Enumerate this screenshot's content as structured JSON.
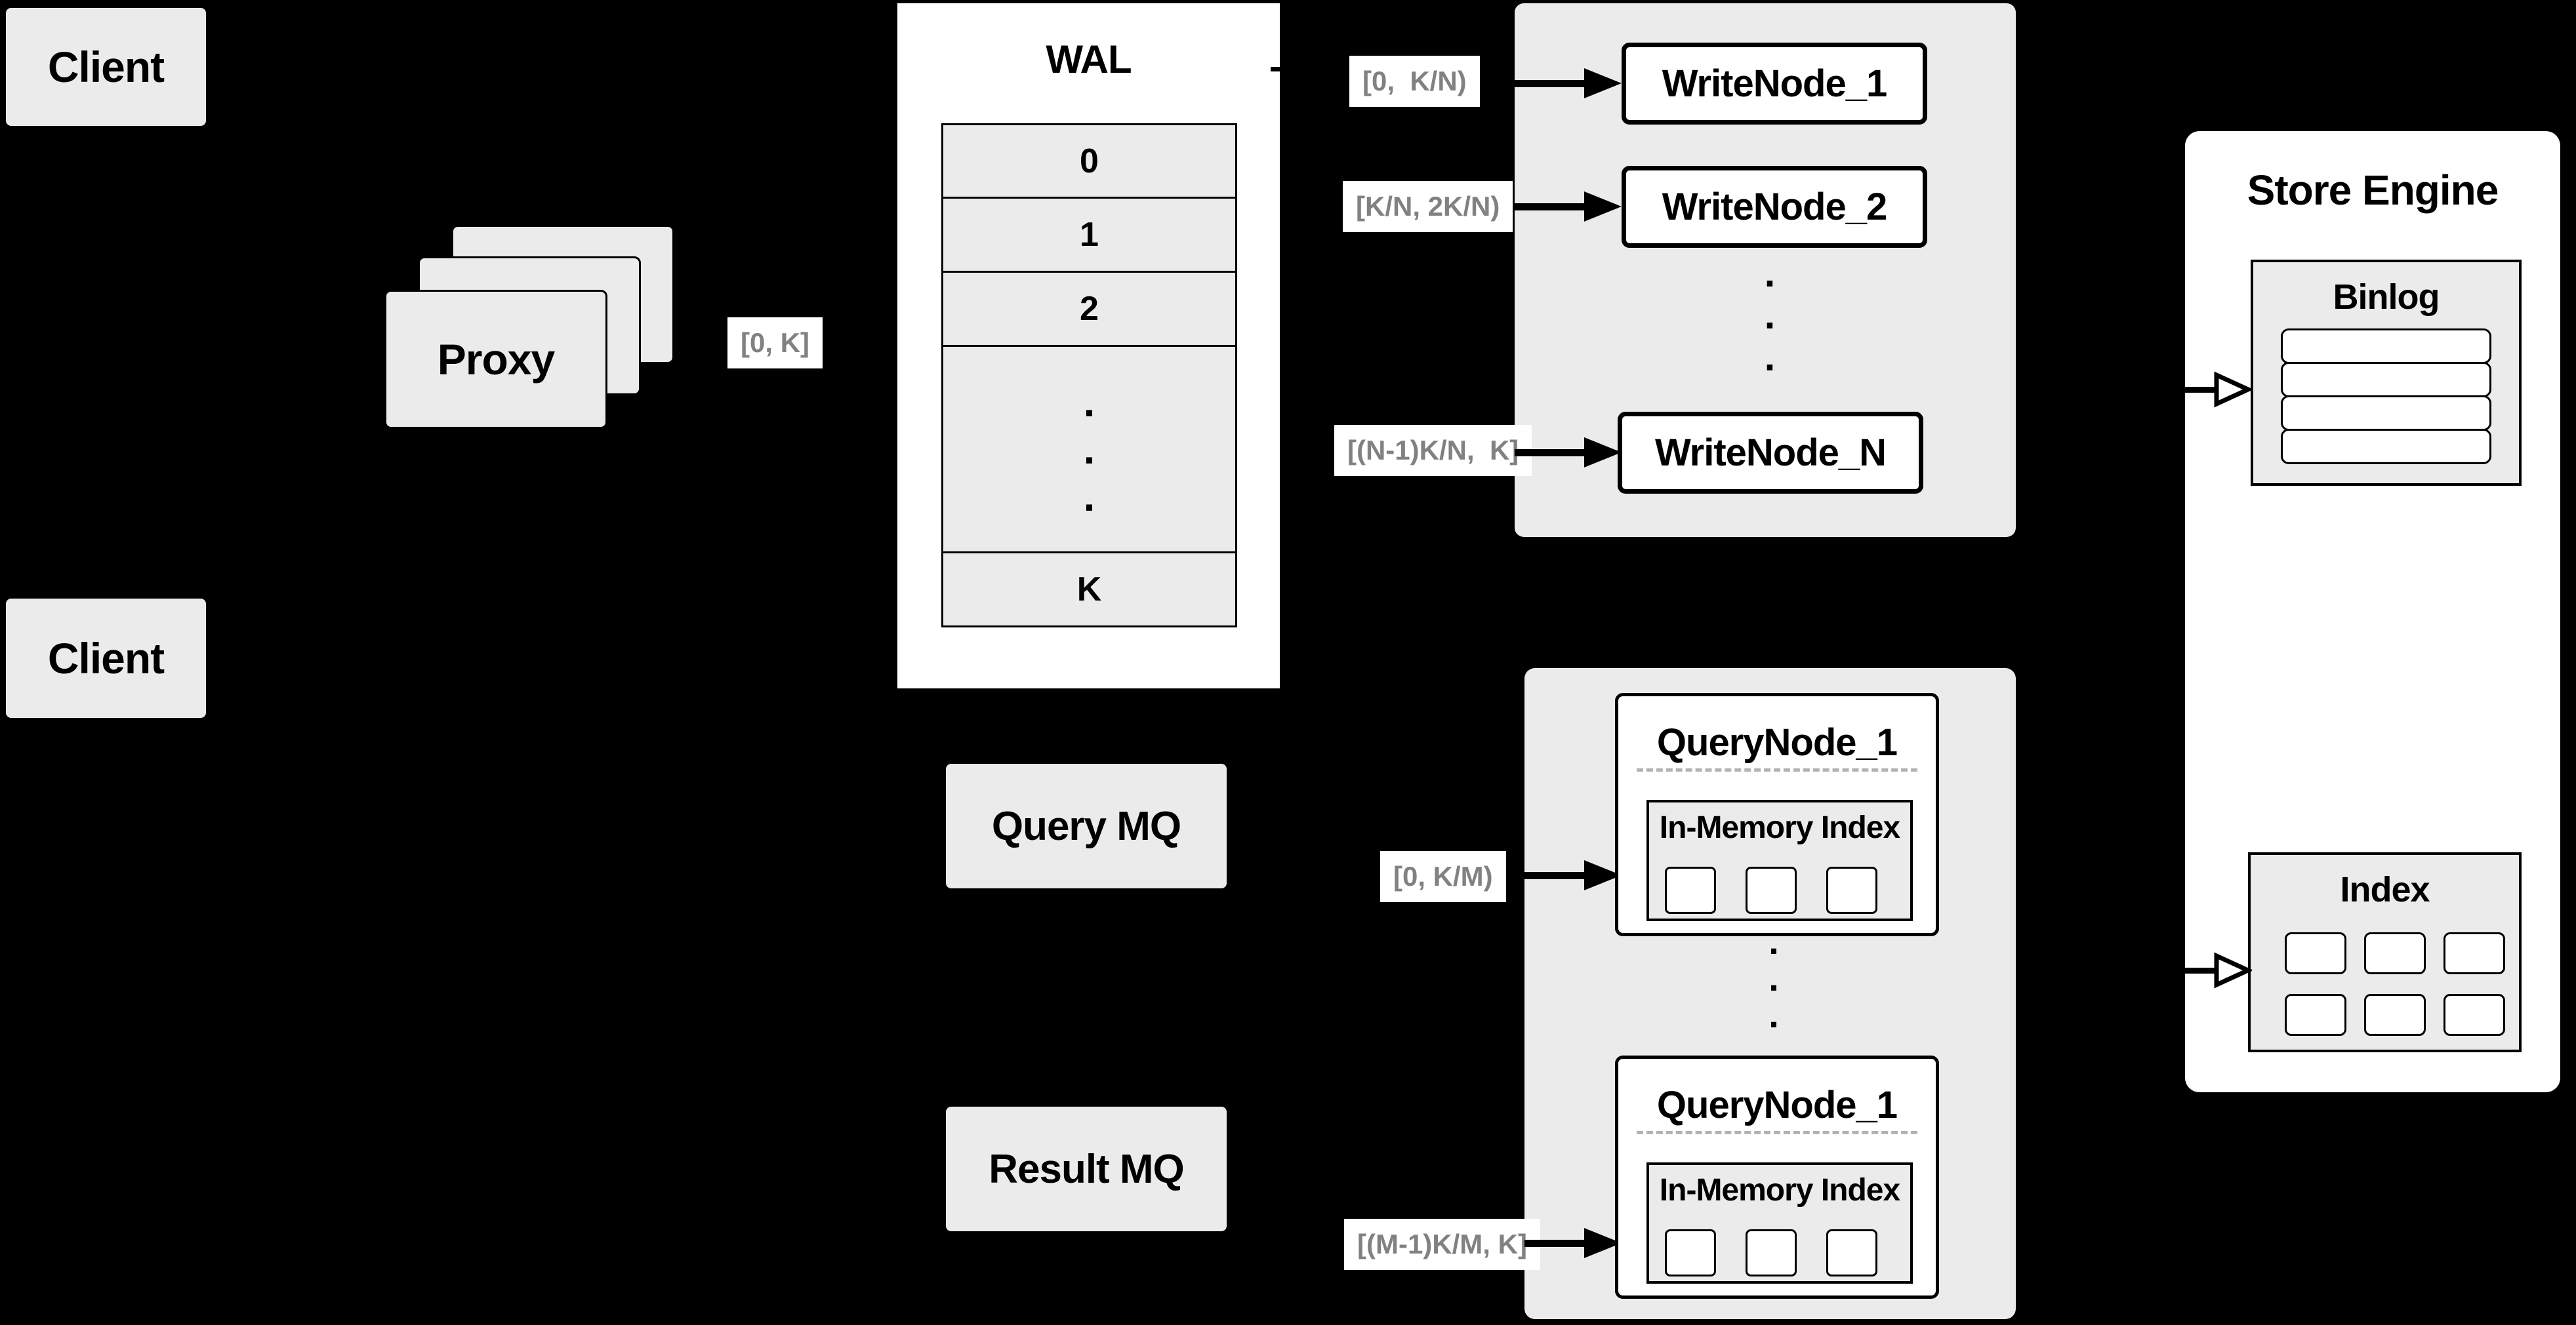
{
  "colors": {
    "background": "#000000",
    "box_gray": "#ebebeb",
    "box_white": "#ffffff",
    "border_black": "#000000",
    "range_label_text": "#818181",
    "dashed_separator": "#b3b3b3"
  },
  "clients": {
    "top": "Client",
    "bottom": "Client"
  },
  "proxy": {
    "label": "Proxy"
  },
  "labels": {
    "proxy_to_wal": "[0, K]",
    "write_1": "[0,  K/N)",
    "write_2": "[K/N, 2K/N)",
    "write_n": "[(N-1)K/N,  K]",
    "query_1": "[0, K/M)",
    "query_m": "[(M-1)K/M, K]"
  },
  "wal": {
    "title": "WAL",
    "rows": [
      "0",
      "1",
      "2"
    ],
    "last_row": "K",
    "ellipsis": ".\n.\n."
  },
  "write_nodes": {
    "node_1": "WriteNode_1",
    "node_2": "WriteNode_2",
    "node_n": "WriteNode_N",
    "ellipsis": ".\n.\n."
  },
  "mq": {
    "query": "Query MQ",
    "result": "Result MQ"
  },
  "query_nodes": {
    "node_top": {
      "title": "QueryNode_1",
      "inner": "In-Memory Index"
    },
    "node_bottom": {
      "title": "QueryNode_1",
      "inner": "In-Memory Index"
    },
    "ellipsis": ".\n.\n."
  },
  "store_engine": {
    "title": "Store Engine",
    "binlog": "Binlog",
    "index": "Index"
  }
}
